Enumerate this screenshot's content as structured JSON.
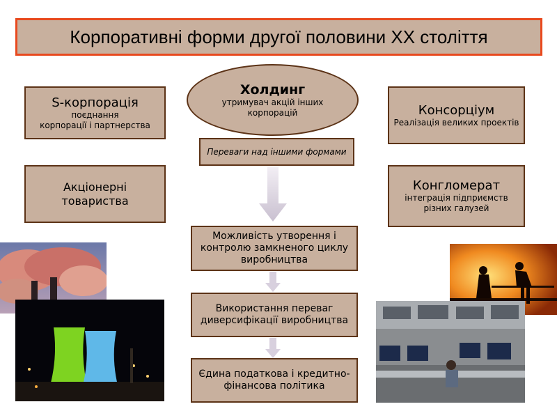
{
  "title": "Корпоративні форми другої половини ХХ століття",
  "left": {
    "s_corp": {
      "title": "S-корпорація",
      "line1": "поєднання",
      "line2": "корпорації і партнерства"
    },
    "joint_stock": {
      "line1": "Акціонерні",
      "line2": "товариства"
    }
  },
  "center": {
    "holding": {
      "title": "Холдинг",
      "line1": "утримувач акцій інших",
      "line2": "корпорацій"
    },
    "advantages": "Переваги над іншими формами",
    "item1": {
      "line1": "Можливість утворення і",
      "line2": "контролю замкненого циклу",
      "line3": "виробництва"
    },
    "item2": {
      "line1": "Використання переваг",
      "line2": "диверсифікації виробництва"
    },
    "item3": {
      "line1": "Єдина податкова і кредитно-",
      "line2": "фінансова політика"
    }
  },
  "right": {
    "consortium": {
      "title": "Консорціум",
      "line1": "Реалізація великих проектів"
    },
    "conglomerate": {
      "title": "Конгломерат",
      "line1": "інтеграція підприємств",
      "line2": "різних галузей"
    }
  },
  "images": [
    "smokestack-photo",
    "cooling-towers-photo",
    "workers-sunset-photo",
    "control-room-photo"
  ],
  "colors": {
    "box_fill": "#c8b09e",
    "box_border": "#5c3317",
    "title_border": "#e8491e"
  }
}
